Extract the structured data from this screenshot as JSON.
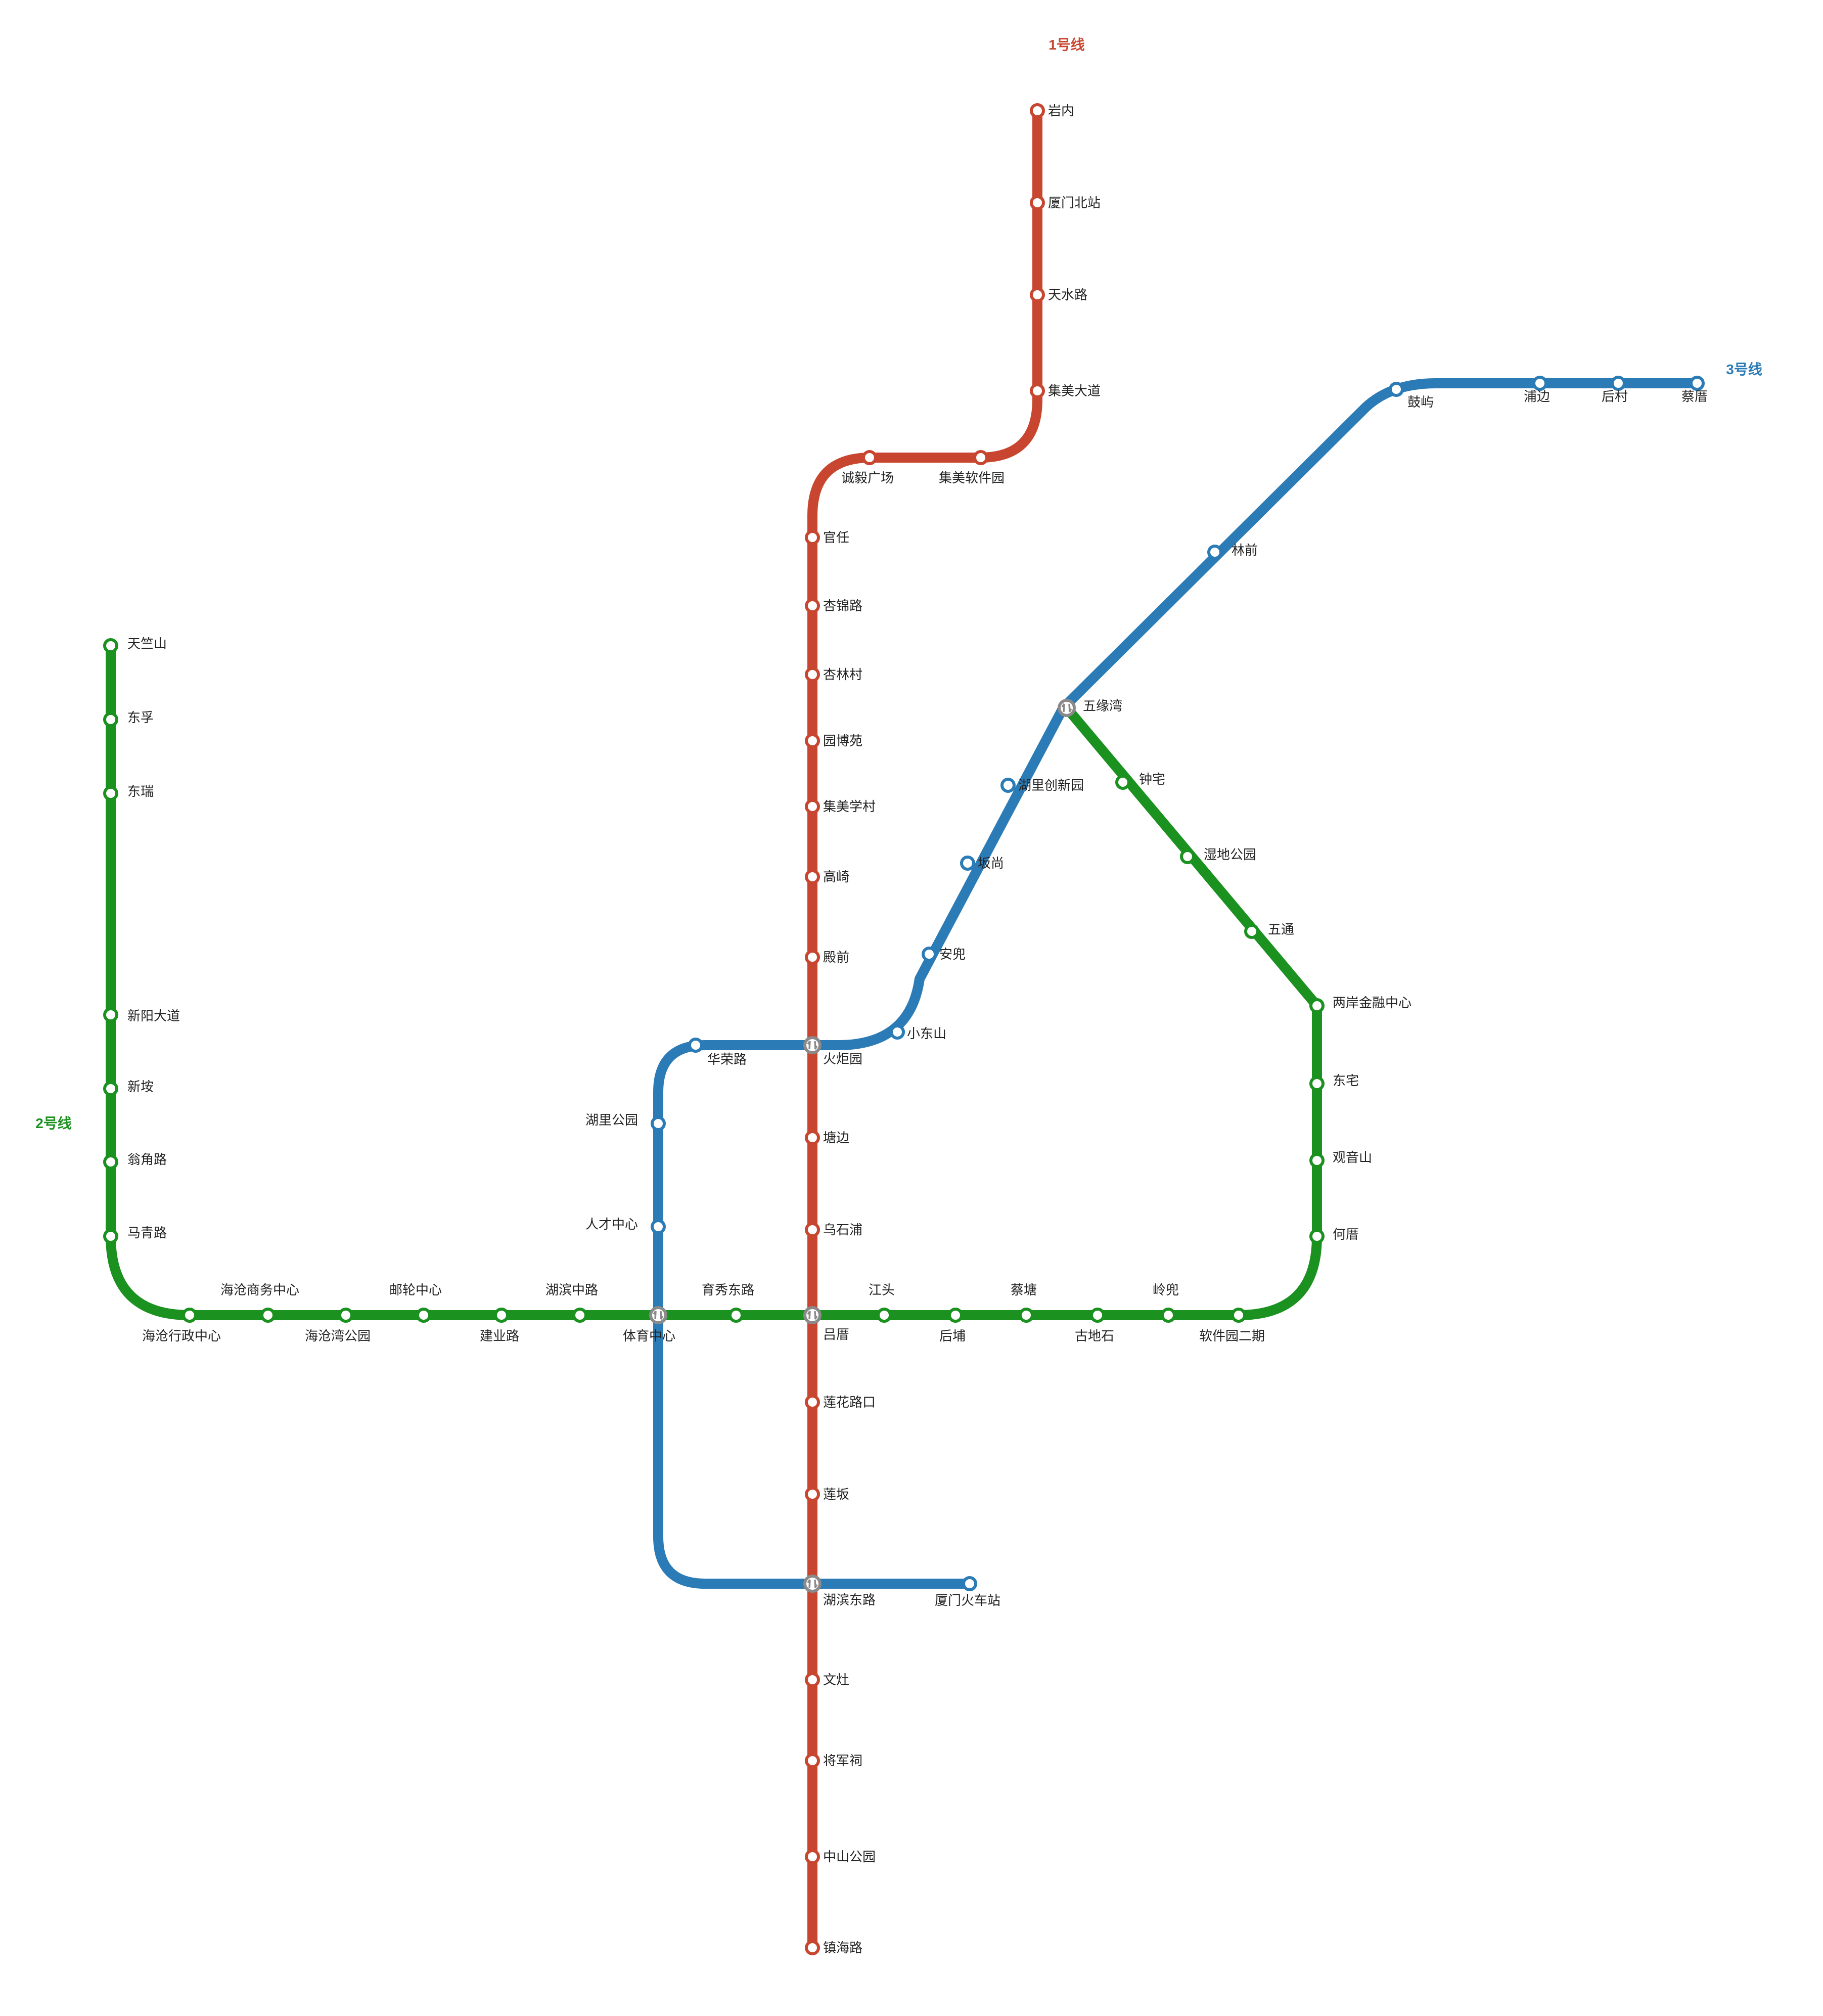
{
  "lines": [
    {
      "id": "l1",
      "name": "1号线",
      "color": "#c8462f"
    },
    {
      "id": "l2",
      "name": "2号线",
      "color": "#1b9120"
    },
    {
      "id": "l3",
      "name": "3号线",
      "color": "#2b7bb6"
    }
  ],
  "stations": {
    "yannei": "岩内",
    "xiamen_north": "厦门北站",
    "tianshui_rd": "天水路",
    "jimei_ave": "集美大道",
    "jimei_software_park": "集美软件园",
    "chengyi_square": "诚毅广场",
    "guanren": "官任",
    "xinjin_rd": "杏锦路",
    "xinlin_village": "杏林村",
    "yuanbo_garden": "园博苑",
    "jimei_school_village": "集美学村",
    "gaoqi": "高崎",
    "dianqian": "殿前",
    "huojuyuan": "火炬园",
    "tangbian": "塘边",
    "wushipu": "乌石浦",
    "lucuo": "吕厝",
    "lianhua_crossing": "莲花路口",
    "lianban": "莲坂",
    "hubin_east_rd": "湖滨东路",
    "wenzao": "文灶",
    "jiangjunci": "将军祠",
    "zhongshan_park": "中山公园",
    "zhenhai_rd": "镇海路",
    "tianzhushan": "天竺山",
    "dongfu": "东孚",
    "dongrui": "东瑞",
    "xinyang_ave": "新阳大道",
    "xinan": "新垵",
    "wengjiao_rd": "翁角路",
    "maqing_rd": "马青路",
    "haicang_admin_center": "海沧行政中心",
    "haicang_business_center": "海沧商务中心",
    "haicang_bay_park": "海沧湾公园",
    "youlun_center": "邮轮中心",
    "jianye_rd": "建业路",
    "hubin_middle_rd": "湖滨中路",
    "sports_center": "体育中心",
    "yuxiu_east_rd": "育秀东路",
    "jiangtou": "江头",
    "houpu": "后埔",
    "caitang": "蔡塘",
    "gudishi": "古地石",
    "lingdou": "岭兜",
    "software_park_2": "软件园二期",
    "hecuo": "何厝",
    "guanyinshan": "观音山",
    "dongzhai": "东宅",
    "cross_strait_finance": "两岸金融中心",
    "wutong": "五通",
    "wetland_park": "湿地公园",
    "zhongzhai": "钟宅",
    "wuyuanwan": "五缘湾",
    "xiamen_railway_station": "厦门火车站",
    "hualong_rd": "华荣路",
    "huli_park": "湖里公园",
    "talent_center": "人才中心",
    "xiaodongshan": "小东山",
    "andou": "安兜",
    "banshang": "坂尚",
    "huli_innovation_park": "湖里创新园",
    "linqian": "林前",
    "guyu": "鼓屿",
    "pubian": "浦边",
    "houcun": "后村",
    "caicuo": "蔡厝"
  }
}
